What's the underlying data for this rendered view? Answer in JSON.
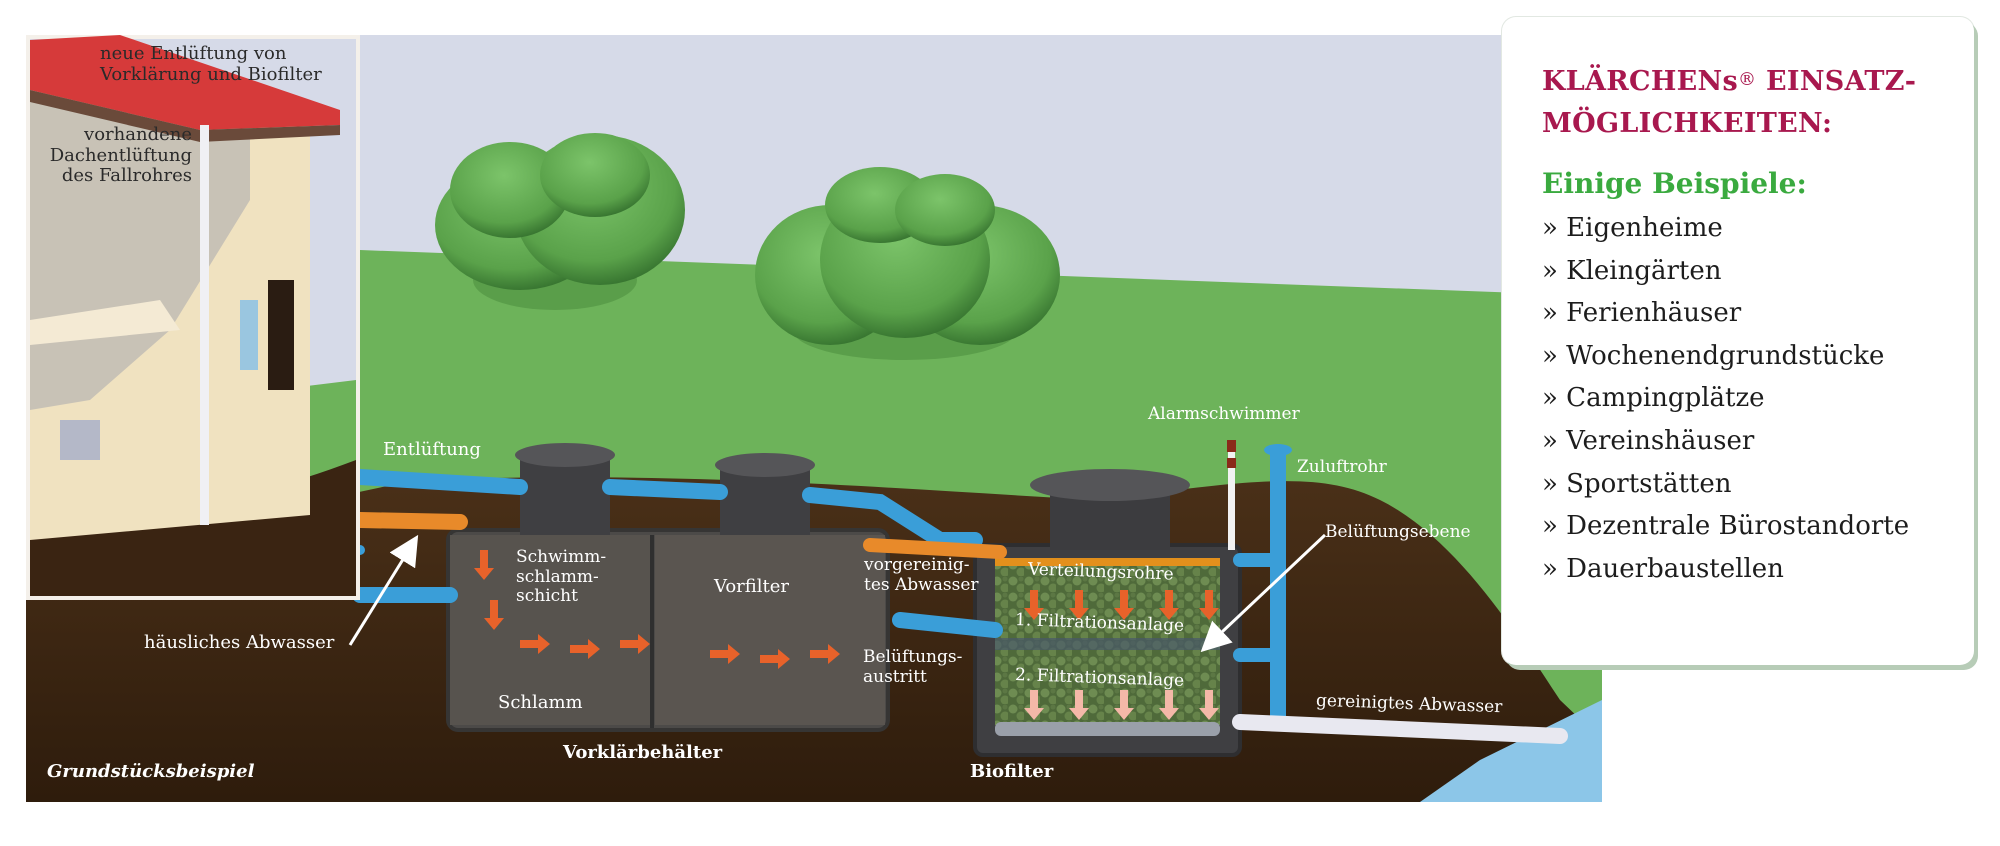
{
  "colors": {
    "sky": "#d6dae8",
    "grass": "#6db35a",
    "soil": "#3c2614",
    "roof": "#d63a3a",
    "house_wall": "#f0e2c0",
    "tank": "#4a4a4c",
    "pipe_air": "#3a9ed8",
    "pipe_waste": "#e88a2a",
    "water": "#8cc6e8",
    "panel_title": "#a8184e",
    "panel_subtitle": "#3aaa3f"
  },
  "diagram": {
    "house_labels": {
      "new_vent_line1": "neue Entlüftung von",
      "new_vent_line2": "Vorklärung und Biofilter",
      "existing_vent_line1": "vorhandene",
      "existing_vent_line2": "Dachentlüftung",
      "existing_vent_line3": "des Fallrohres"
    },
    "labels": {
      "venting": "Entlüftung",
      "domestic_wastewater": "häusliches Abwasser",
      "scum_line1": "Schwimm-",
      "scum_line2": "schlamm-",
      "scum_line3": "schicht",
      "sludge": "Schlamm",
      "prefilter": "Vorfilter",
      "pretreatment_tank": "Vorklärbehälter",
      "pretreated_line1": "vorgereinig-",
      "pretreated_line2": "tes Abwasser",
      "aeration_outlet_line1": "Belüftungs-",
      "aeration_outlet_line2": "austritt",
      "distribution_pipes": "Verteilungsrohre",
      "filtration_1": "1. Filtrationsanlage",
      "filtration_2": "2. Filtrationsanlage",
      "biofilter": "Biofilter",
      "alarm_float": "Alarmschwimmer",
      "supply_air_pipe": "Zuluftrohr",
      "aeration_level": "Belüftungsebene",
      "cleaned_wastewater": "gereinigtes Abwasser",
      "property_example": "Grundstücksbeispiel"
    }
  },
  "panel": {
    "title_line1_a": "KLÄRCHENs",
    "title_reg": "®",
    "title_line1_b": " EINSATZ-",
    "title_line2": "MÖGLICHKEITEN:",
    "subtitle": "Einige Beispiele:",
    "items": [
      "» Eigenheime",
      "» Kleingärten",
      "» Ferienhäuser",
      "» Wochenendgrundstücke",
      "» Campingplätze",
      "» Vereinshäuser",
      "» Sportstätten",
      "» Dezentrale Bürostandorte",
      "» Dauerbaustellen"
    ]
  }
}
